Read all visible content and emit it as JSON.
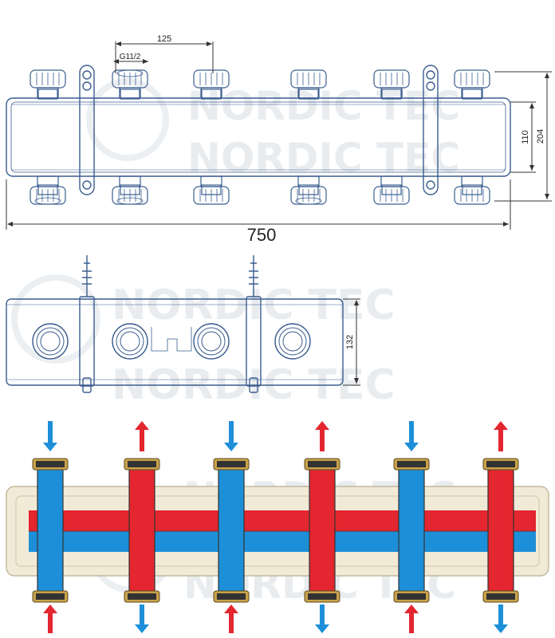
{
  "watermark": {
    "brand_text": "NORDIC TEC"
  },
  "top_view": {
    "dim_thread": "G11/2",
    "dim_spacing": "125",
    "dim_inner_height": "110",
    "dim_total_height": "204",
    "dim_length": "750"
  },
  "side_view": {
    "dim_depth": "132"
  },
  "flow_view": {
    "colors": {
      "supply": "#e3262f",
      "return": "#1d8fd8",
      "insulation": "#f1ead7",
      "brass": "#c9a24a"
    },
    "top_arrows": [
      "down-blue",
      "up-red",
      "down-blue",
      "up-red",
      "down-blue",
      "up-red"
    ],
    "bottom_arrows": [
      "up-red",
      "down-blue",
      "up-red",
      "down-blue",
      "up-red",
      "down-blue"
    ]
  }
}
